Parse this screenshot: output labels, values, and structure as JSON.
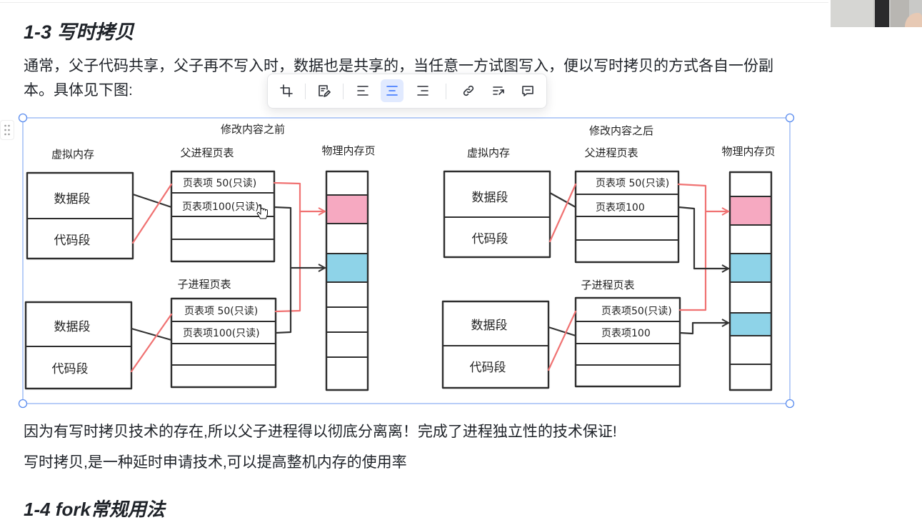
{
  "document": {
    "heading": "1-3 写时拷贝",
    "intro": "通常，父子代码共享，父子再不写入时，数据也是共享的，当任意一方试图写入，便以写时拷贝的方式各自一份副本。具体见下图:",
    "conclusion": "因为有写时拷贝技术的存在,所以父子进程得以彻底分离离！完成了进程独立性的技术保证!",
    "note": "写时拷贝,是一种延时申请技术,可以提高整机内存的使用率",
    "next_heading": "1-4 fork常规用法"
  },
  "image_toolbar": {
    "buttons": [
      {
        "icon": "crop-icon"
      },
      {
        "icon": "edit-image-icon"
      },
      {
        "icon": "align-left-icon"
      },
      {
        "icon": "align-center-icon",
        "active": true
      },
      {
        "icon": "align-right-icon"
      },
      {
        "icon": "link-icon"
      },
      {
        "icon": "convert-icon"
      },
      {
        "icon": "comment-icon"
      }
    ],
    "active_color": "#3370ff"
  },
  "diagram": {
    "colors": {
      "pink_page": "#f6a9c1",
      "blue_page": "#8ed3e8",
      "red_link": "#f07272",
      "dark_link": "#333333",
      "selection": "#5b8def"
    },
    "before": {
      "title": "修改内容之前",
      "physical_memory_label": "物理内存页",
      "parent": {
        "virtual_memory_label": "虚拟内存",
        "page_table_label": "父进程页表",
        "segments": [
          "数据段",
          "代码段"
        ],
        "page_table_entries": [
          "页表项 50(只读)",
          "页表项100(只读)"
        ]
      },
      "child": {
        "page_table_label": "子进程页表",
        "segments": [
          "数据段",
          "代码段"
        ],
        "page_table_entries": [
          "页表项 50(只读)",
          "页表项100(只读)"
        ]
      }
    },
    "after": {
      "title": "修改内容之后",
      "physical_memory_label": "物理内存页",
      "parent": {
        "virtual_memory_label": "虚拟内存",
        "page_table_label": "父进程页表",
        "segments": [
          "数据段",
          "代码段"
        ],
        "page_table_entries": [
          "页表项 50(只读)",
          "页表项100"
        ]
      },
      "child": {
        "page_table_label": "子进程页表",
        "segments": [
          "数据段",
          "代码段"
        ],
        "page_table_entries": [
          "页表项50(只读)",
          "页表项100"
        ]
      }
    }
  }
}
